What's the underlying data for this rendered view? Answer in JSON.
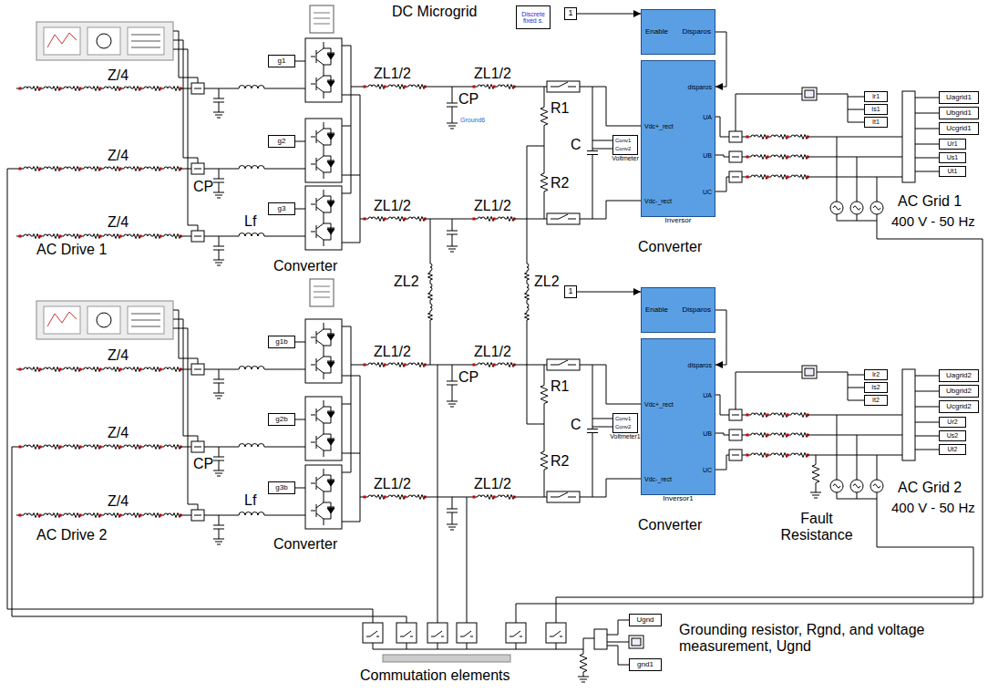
{
  "diagram": {
    "nodes": [
      {
        "text": [
          "Discrete fixed s."
        ]
      },
      {
        "text": [
          "g1"
        ]
      },
      {
        "text": [
          "g2"
        ]
      },
      {
        "text": [
          "g3"
        ]
      },
      {
        "text": [
          "1"
        ]
      },
      {
        "text": [
          "Enable",
          "Disparos"
        ]
      },
      {
        "text": [
          "Vdc+_rect",
          "Vdc-_rect",
          "disparos",
          "UA",
          "UB",
          "UC",
          "Inversor"
        ]
      },
      {
        "text": [
          "Conv1",
          "Conv2",
          "Voltmeter"
        ]
      },
      {
        "text": [
          "Ir1"
        ]
      },
      {
        "text": [
          "Is1"
        ]
      },
      {
        "text": [
          "It1"
        ]
      },
      {
        "text": [
          "Uagrid1"
        ]
      },
      {
        "text": [
          "Ubgrid1"
        ]
      },
      {
        "text": [
          "Ucgrid1"
        ]
      },
      {
        "text": [
          "Ur1"
        ]
      },
      {
        "text": [
          "Us1"
        ]
      },
      {
        "text": [
          "Ut1"
        ]
      },
      {
        "text": [
          "g1b"
        ]
      },
      {
        "text": [
          "g2b"
        ]
      },
      {
        "text": [
          "g3b"
        ]
      },
      {
        "text": [
          "1"
        ]
      },
      {
        "text": [
          "Enable",
          "Disparos"
        ]
      },
      {
        "text": [
          "Vdc+_rect",
          "Vdc-_rect",
          "disparos",
          "UA",
          "UB",
          "UC",
          "Inversor1"
        ]
      },
      {
        "text": [
          "Conv1",
          "Conv2",
          "Voltmeter1"
        ]
      },
      {
        "text": [
          "Ir2"
        ]
      },
      {
        "text": [
          "Is2"
        ]
      },
      {
        "text": [
          "It2"
        ]
      },
      {
        "text": [
          "Uagrid2"
        ]
      },
      {
        "text": [
          "Ubgrid2"
        ]
      },
      {
        "text": [
          "Ucgrid2"
        ]
      },
      {
        "text": [
          "Ur2"
        ]
      },
      {
        "text": [
          "Us2"
        ]
      },
      {
        "text": [
          "Ut2"
        ]
      },
      {
        "text": [
          "Ugnd"
        ]
      },
      {
        "text": [
          "gnd1"
        ]
      }
    ],
    "edges": [
      {
        "from": 4,
        "to": 5,
        "arrow": "to"
      },
      {
        "from": 5,
        "to": 6,
        "arrow": "to"
      },
      {
        "from": 20,
        "to": 21,
        "arrow": "to"
      },
      {
        "from": 21,
        "to": 22,
        "arrow": "to"
      }
    ],
    "labels": [
      "DC Microgrid",
      "Z/4",
      "Z/4",
      "Z/4",
      "CP",
      "Lf",
      "Converter",
      "AC Drive 1",
      "ZL1/2",
      "ZL1/2",
      "ZL1/2",
      "ZL1/2",
      "CP",
      "Ground6",
      "R1",
      "R2",
      "C",
      "Converter",
      "AC Grid 1",
      "400 V - 50 Hz",
      "ZL2",
      "ZL2",
      "Z/4",
      "Z/4",
      "Z/4",
      "Lf",
      "CP",
      "Converter",
      "AC Drive 2",
      "ZL1/2",
      "ZL1/2",
      "ZL1/2",
      "ZL1/2",
      "CP",
      "R1",
      "R2",
      "C",
      "Converter",
      "AC Grid 2",
      "400 V - 50 Hz",
      "Fault Resistance",
      "Commutation elements",
      "Grounding resistor, Rgnd, and voltage measurement, Ugnd"
    ]
  }
}
